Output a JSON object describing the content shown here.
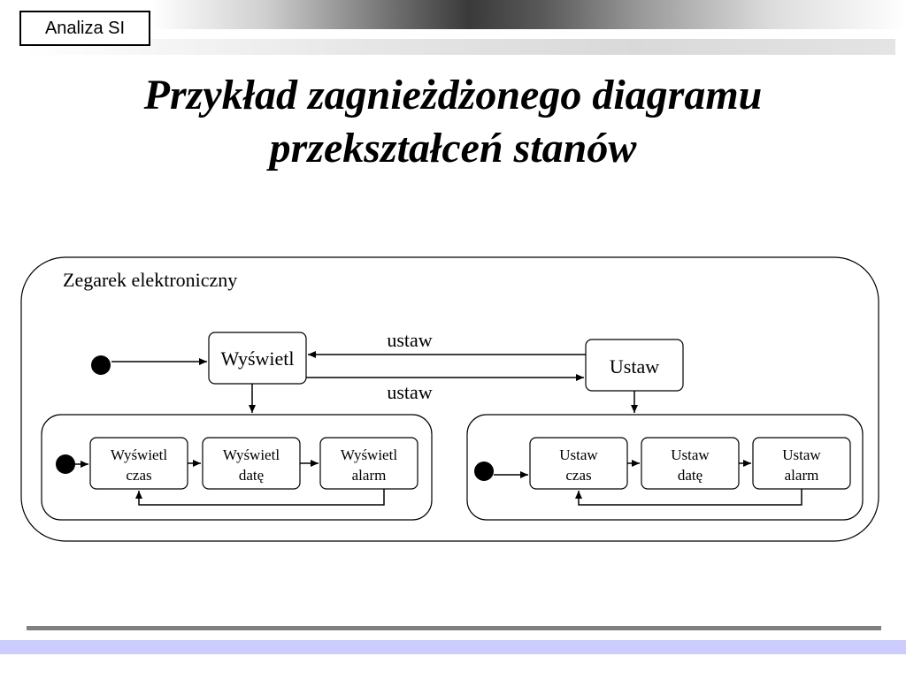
{
  "header": {
    "badge_label": "Analiza SI"
  },
  "title": {
    "line1": "Przykład zagnieżdżonego diagramu",
    "line2": "przekształceń stanów"
  },
  "diagram": {
    "outer_label": "Zegarek elektroniczny",
    "top_states": {
      "display": "Wyświetl",
      "set": "Ustaw"
    },
    "transitions": {
      "upper": "ustaw",
      "lower": "ustaw"
    },
    "display_substates": [
      {
        "line1": "Wyświetl",
        "line2": "czas"
      },
      {
        "line1": "Wyświetl",
        "line2": "datę"
      },
      {
        "line1": "Wyświetl",
        "line2": "alarm"
      }
    ],
    "set_substates": [
      {
        "line1": "Ustaw",
        "line2": "czas"
      },
      {
        "line1": "Ustaw",
        "line2": "datę"
      },
      {
        "line1": "Ustaw",
        "line2": "alarm"
      }
    ]
  },
  "colors": {
    "footer_band": "#ccccff",
    "footer_rule": "#808080",
    "stroke": "#000000"
  }
}
